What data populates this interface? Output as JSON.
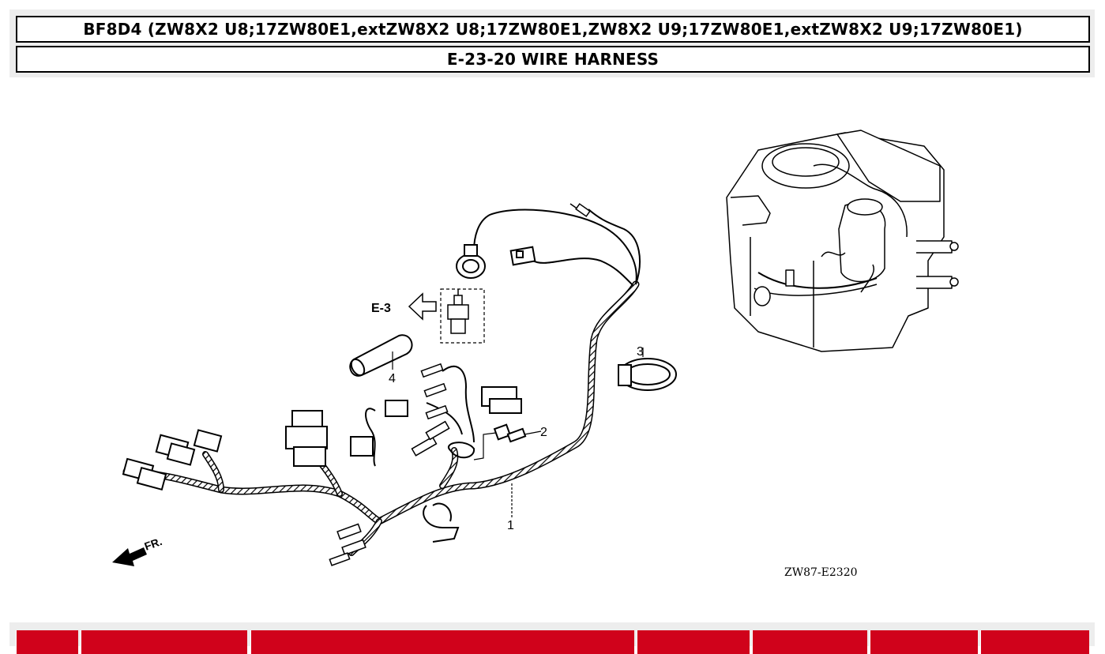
{
  "header": {
    "model_title": "BF8D4 (ZW8X2 U8;17ZW80E1,extZW8X2 U8;17ZW80E1,ZW8X2 U9;17ZW80E1,extZW8X2 U9;17ZW80E1)",
    "section_title": "E-23-20 WIRE HARNESS"
  },
  "diagram": {
    "reference_code": "ZW87-E2320",
    "group_reference": "E-3",
    "front_label": "FR.",
    "callouts": [
      "1",
      "2",
      "3",
      "4"
    ]
  },
  "parts_table": {
    "column_count": 7
  }
}
